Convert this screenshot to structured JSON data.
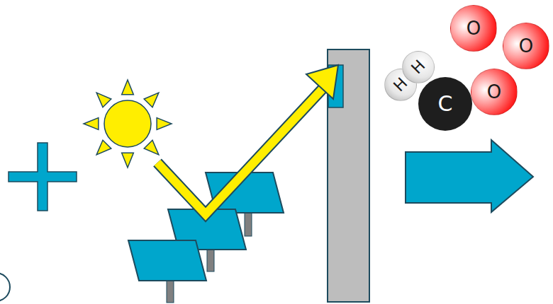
{
  "diagram": {
    "nodes": [
      {
        "text": [
          "H"
        ]
      },
      {
        "text": [
          "H"
        ]
      },
      {
        "text": [
          "C"
        ]
      },
      {
        "text": [
          "O"
        ]
      },
      {
        "text": [
          "O"
        ]
      },
      {
        "text": [
          "O"
        ]
      }
    ]
  }
}
